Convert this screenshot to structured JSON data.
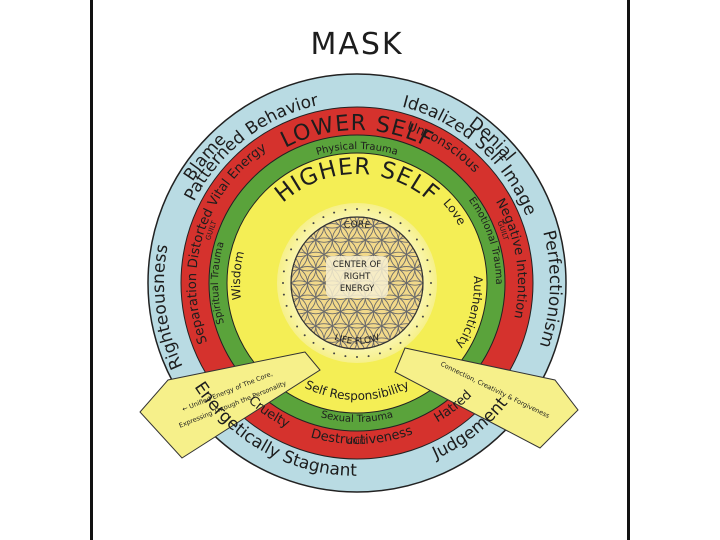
{
  "mask": {
    "title": "MASK",
    "traits": [
      "Patterned Behavior",
      "Idealized Self Image",
      "Blame",
      "Denial",
      "Righteousness",
      "Perfectionism",
      "Energetically Stagnant",
      "Judgement"
    ]
  },
  "lower_self": {
    "title": "LOWER SELF",
    "traits": [
      "Distorted Vital Energy",
      "Unconscious",
      "Separation",
      "Negative Intention",
      "Cruelty",
      "Hatred",
      "Destructiveness"
    ],
    "guilt_label": "GUILT"
  },
  "trauma": {
    "physical": "Physical Trauma",
    "spiritual": "Spiritual Trauma",
    "emotional": "Emotional Trauma",
    "sexual": "Sexual Trauma"
  },
  "higher_self": {
    "title": "HIGHER SELF",
    "traits": [
      "Wisdom",
      "Love",
      "Authenticity",
      "Self Responsibility"
    ]
  },
  "core": {
    "top_label": "CORE",
    "center_line1": "CENTER OF",
    "center_line2": "RIGHT",
    "center_line3": "ENERGY",
    "bottom_label": "LIFE FLOW"
  },
  "beams": {
    "left_line1": "← Unified Energy of The Core,",
    "left_line2": "Expressing Through the Personality",
    "right_line1": "Connection, Creativity & Forgiveness"
  },
  "colors": {
    "mask": "#b9dbe3",
    "lower": "#d5322d",
    "trauma": "#5aa33b",
    "higher": "#f4ee55",
    "core_glow": "#fdfbd0",
    "beam": "#f6f08a",
    "ink": "#1d1d1d"
  }
}
